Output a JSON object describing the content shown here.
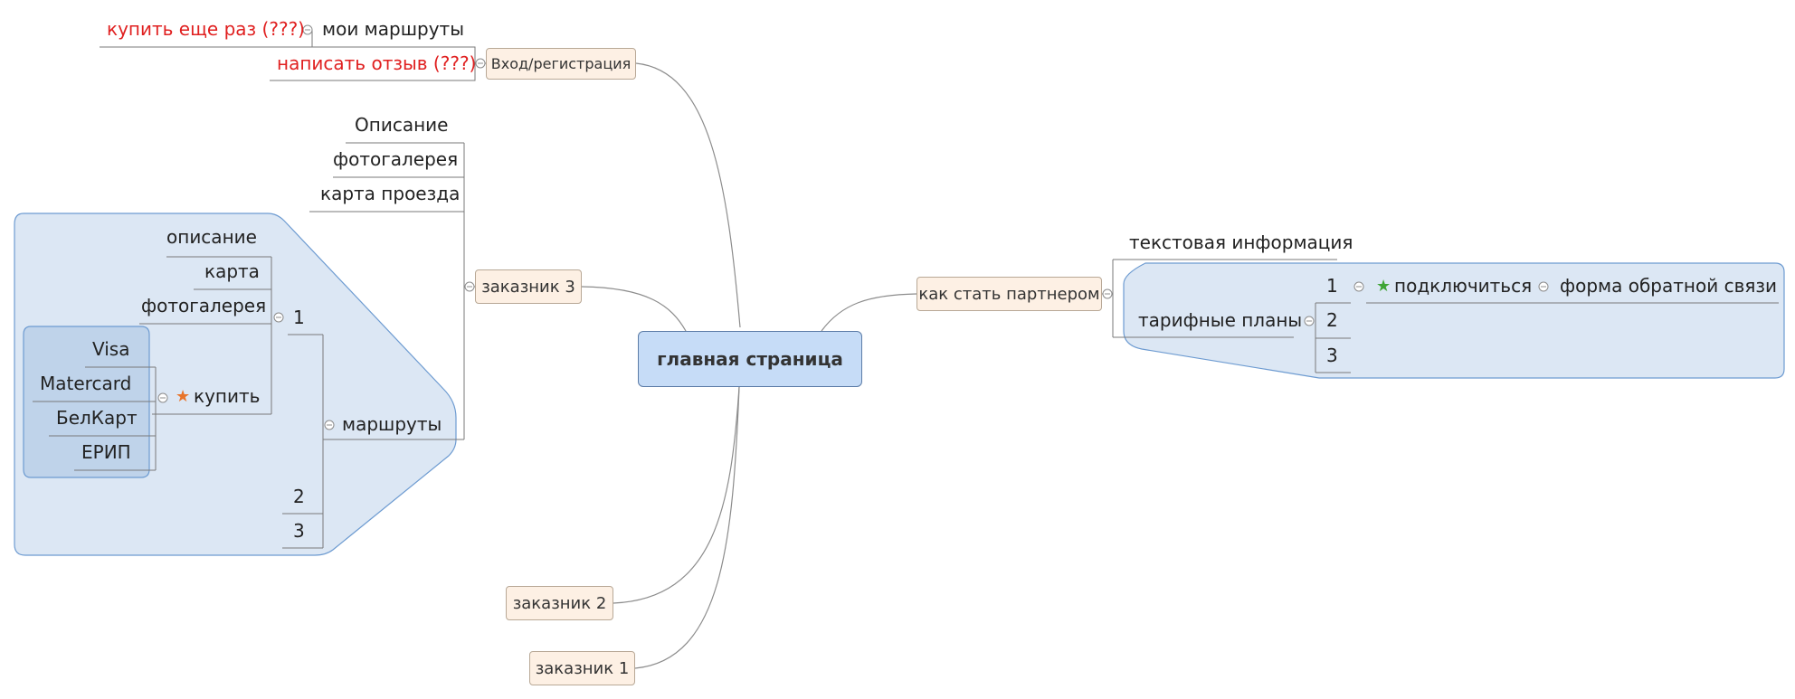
{
  "central": {
    "label": "главная страница"
  },
  "top": {
    "login": "Вход/регистрация",
    "my_routes": "мои маршруты",
    "buy_again": "купить еще раз (???)",
    "write_review": "написать отзыв (???)"
  },
  "reserve3": {
    "label": "заказник 3",
    "description": "Описание",
    "gallery": "фотогалерея",
    "directions": "карта проезда",
    "routes": {
      "label": "маршруты",
      "items": [
        "1",
        "2",
        "3"
      ],
      "route1": {
        "description": "описание",
        "map": "карта",
        "gallery": "фотогалерея",
        "buy": "купить",
        "payments": [
          "Visa",
          "Matercard",
          "БелКарт",
          "ЕРИП"
        ]
      }
    }
  },
  "reserve2": {
    "label": "заказник 2"
  },
  "reserve1": {
    "label": "заказник 1"
  },
  "partner": {
    "label": "как стать партнером",
    "text_info": "текстовая информация",
    "tariffs": {
      "label": "тарифные планы",
      "items": [
        "1",
        "2",
        "3"
      ],
      "connect": "подключиться",
      "feedback": "форма обратной связи"
    }
  },
  "colors": {
    "boundary_fill": "#dce7f4",
    "boundary_stroke": "#6d9bd1",
    "inner_fill": "#bfd3ea",
    "topic_fill": "#fdf0e4",
    "central_fill": "#c6dcf7",
    "red_text": "#e02020",
    "star_orange": "#e8742a",
    "star_green": "#3fa535"
  },
  "icons": {
    "collapse": "collapse-toggle-icon",
    "star_orange": "star-orange-icon",
    "star_green": "star-green-icon"
  }
}
